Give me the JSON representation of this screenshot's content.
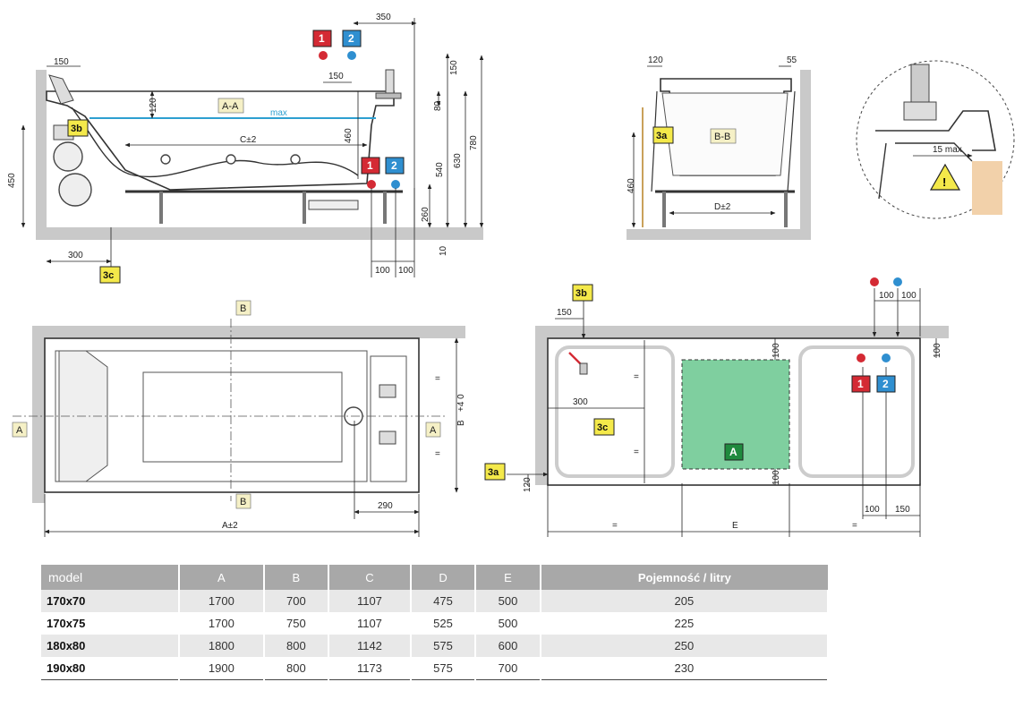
{
  "colors": {
    "hot": "#d42a34",
    "cold": "#2f8fd0",
    "tag": "#f4e94a",
    "zone": "#7fcf9f",
    "water": "#2d9fd0",
    "wall": "#c9c9c9"
  },
  "tags": {
    "t1": "1",
    "t2": "2",
    "t3a": "3a",
    "t3b": "3b",
    "t3c": "3c",
    "zoneA": "A"
  },
  "section_labels": {
    "aa": "A-A",
    "bb": "B-B",
    "a": "A",
    "b": "B"
  },
  "side_view": {
    "max": "max",
    "c": "C±2",
    "d350": "350",
    "d150a": "150",
    "d150b": "150",
    "d150c": "150",
    "d120": "120",
    "d80": "80",
    "d460": "460",
    "d450": "450",
    "d540": "540",
    "d630": "630",
    "d780": "780",
    "d260": "260",
    "d10": "10",
    "d300": "300",
    "d100a": "100",
    "d100b": "100"
  },
  "end_view": {
    "d120": "120",
    "d55": "55",
    "d460": "460",
    "d": "D±2"
  },
  "detail": {
    "max15": "15 max"
  },
  "top_view": {
    "a": "A±2",
    "b": "B",
    "b_tol": "+4 0",
    "d290": "290",
    "eq": "="
  },
  "floor_plan": {
    "d150a": "150",
    "d150b": "150",
    "d300": "300",
    "d120": "120",
    "d100a": "100",
    "d100b": "100",
    "d100c": "100",
    "d100d": "100",
    "d100e": "100",
    "d100f": "100",
    "eq": "=",
    "e": "E"
  },
  "table": {
    "headers": [
      "model",
      "A",
      "B",
      "C",
      "D",
      "E",
      "Pojemność / litry"
    ],
    "rows": [
      {
        "model": "170x70",
        "a": "1700",
        "b": "700",
        "c": "1107",
        "d": "475",
        "e": "500",
        "capacity": "205"
      },
      {
        "model": "170x75",
        "a": "1700",
        "b": "750",
        "c": "1107",
        "d": "525",
        "e": "500",
        "capacity": "225"
      },
      {
        "model": "180x80",
        "a": "1800",
        "b": "800",
        "c": "1142",
        "d": "575",
        "e": "600",
        "capacity": "250"
      },
      {
        "model": "190x80",
        "a": "1900",
        "b": "800",
        "c": "1173",
        "d": "575",
        "e": "700",
        "capacity": "230"
      }
    ]
  }
}
